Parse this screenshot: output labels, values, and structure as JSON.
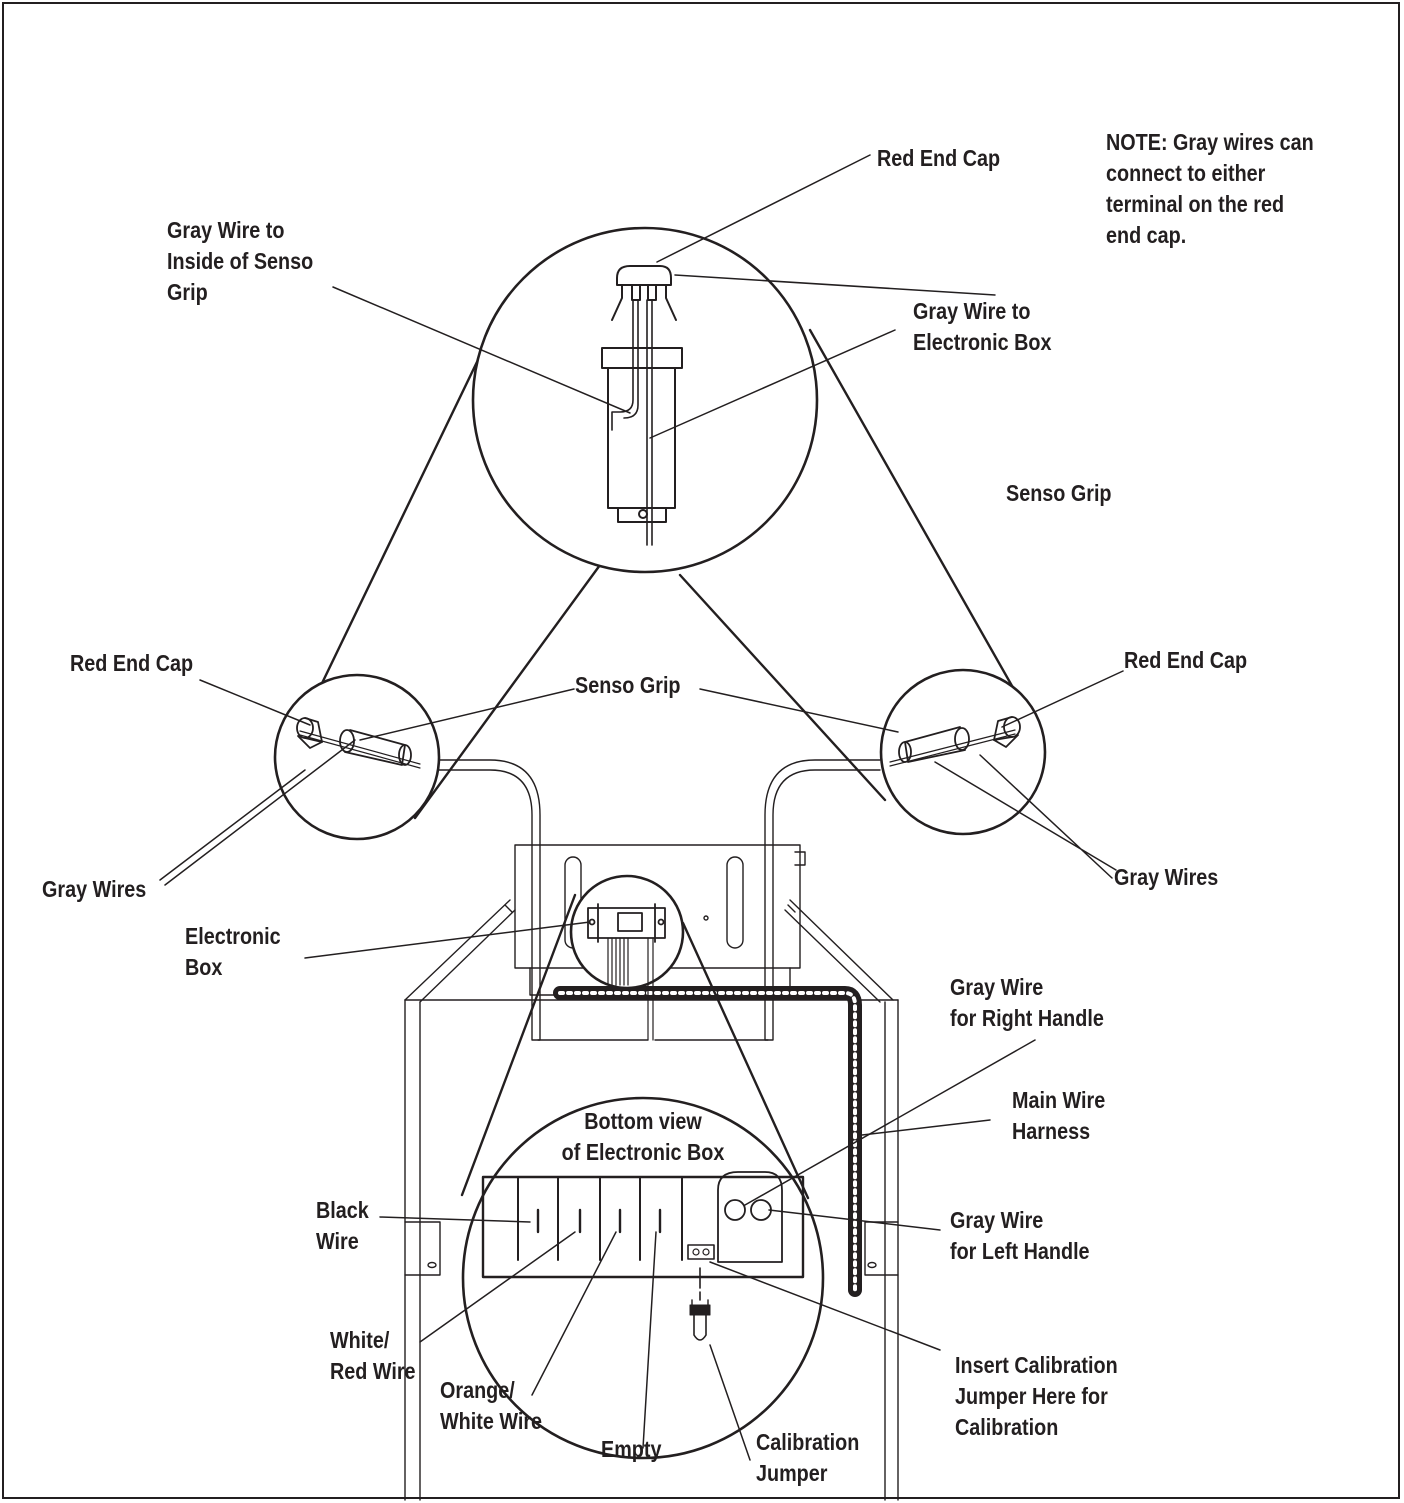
{
  "colors": {
    "ink": "#231f20",
    "paper": "#ffffff"
  },
  "note": "NOTE:  Gray wires can\nconnect to either\nterminal on the red\nend cap.",
  "labels": {
    "red_end_cap_top": "Red End Cap",
    "gray_wire_inside_grip": "Gray Wire to\nInside of Senso\nGrip",
    "gray_wire_electronic_box": "Gray Wire to\nElectronic Box",
    "senso_grip_top": "Senso Grip",
    "red_end_cap_left": "Red End Cap",
    "senso_grip_mid": "Senso Grip",
    "red_end_cap_right": "Red End Cap",
    "gray_wires_left": "Gray Wires",
    "gray_wires_right": "Gray Wires",
    "electronic_box": "Electronic\nBox",
    "gray_wire_right_handle": "Gray Wire\nfor Right Handle",
    "main_wire_harness": "Main Wire\nHarness",
    "bottom_view": "Bottom view\nof Electronic Box",
    "black_wire": "Black\nWire",
    "gray_wire_left_handle": "Gray Wire\nfor Left Handle",
    "white_red_wire": "White/\nRed Wire",
    "orange_white_wire": "Orange/\nWhite Wire",
    "empty": "Empty",
    "calibration_jumper": "Calibration\nJumper",
    "insert_calibration_jumper": "Insert Calibration\nJumper Here for\nCalibration"
  }
}
